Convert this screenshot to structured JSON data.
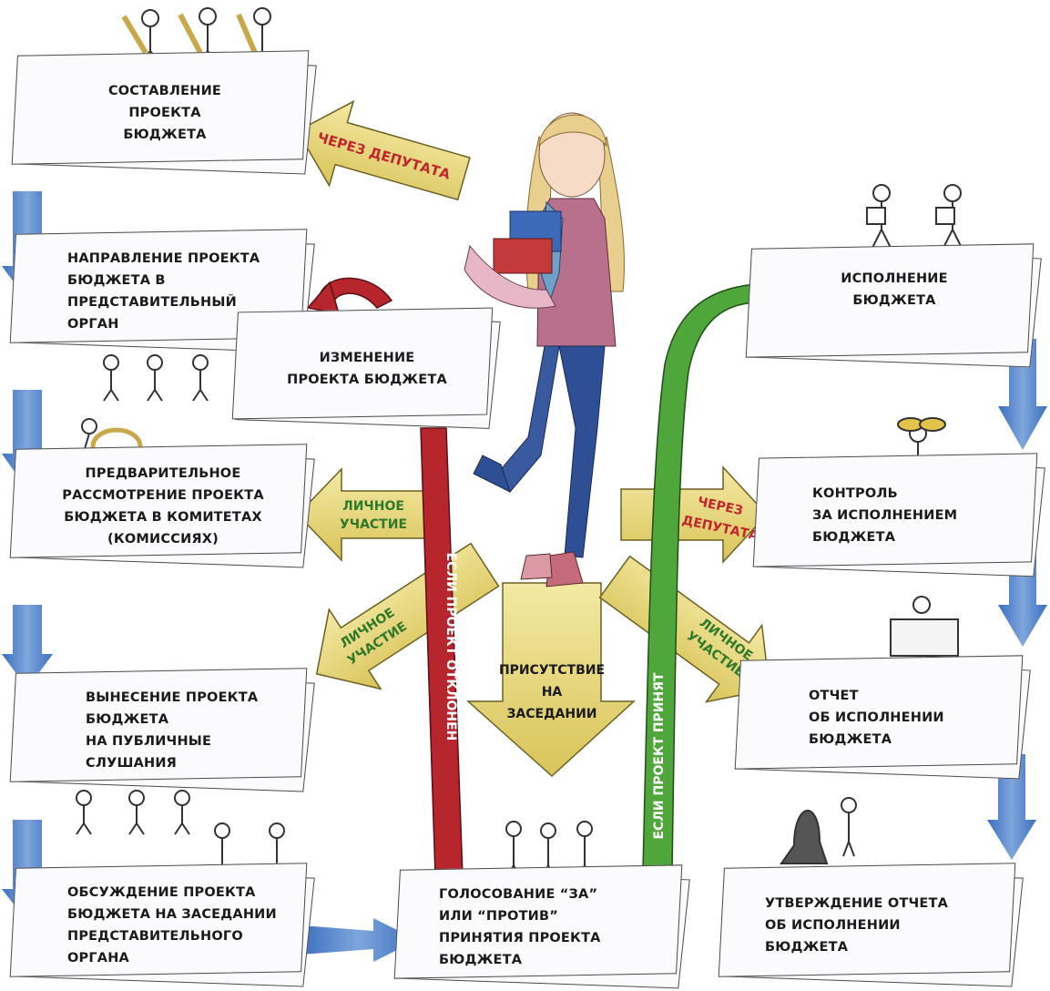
{
  "left_steps": [
    [
      "СОСТАВЛЕНИЕ",
      "ПРОЕКТА",
      "БЮДЖЕТА"
    ],
    [
      "НАПРАВЛЕНИЕ ПРОЕКТА",
      "БЮДЖЕТА В",
      "ПРЕДСТАВИТЕЛЬНЫЙ",
      "ОРГАН"
    ],
    [
      "ПРЕДВАРИТЕЛЬНОЕ",
      "РАССМОТРЕНИЕ ПРОЕКТА",
      "БЮДЖЕТА В КОМИТЕТАХ",
      "(КОМИССИЯХ)"
    ],
    [
      "ВЫНЕСЕНИЕ ПРОЕКТА",
      "БЮДЖЕТА",
      "НА ПУБЛИЧНЫЕ",
      "СЛУШАНИЯ"
    ],
    [
      "ОБСУЖДЕНИЕ ПРОЕКТА",
      "БЮДЖЕТА НА ЗАСЕДАНИИ",
      "ПРЕДСТАВИТЕЛЬНОГО",
      "ОРГАНА"
    ]
  ],
  "change_step": [
    "ИЗМЕНЕНИЕ",
    "ПРОЕКТА БЮДЖЕТА"
  ],
  "vote_step": [
    "ГОЛОСОВАНИЕ “ЗА”",
    "ИЛИ “ПРОТИВ”",
    "ПРИНЯТИЯ ПРОЕКТА",
    "БЮДЖЕТА"
  ],
  "right_steps": [
    [
      "ИСПОЛНЕНИЕ",
      "БЮДЖЕТА"
    ],
    [
      "КОНТРОЛЬ",
      "ЗА ИСПОЛНЕНИЕМ",
      "БЮДЖЕТА"
    ],
    [
      "ОТЧЕТ",
      "ОБ ИСПОЛНЕНИИ",
      "БЮДЖЕТА"
    ],
    [
      "УТВЕРЖДЕНИЕ ОТЧЕТА",
      "ОБ ИСПОЛНЕНИИ",
      "БЮДЖЕТА"
    ]
  ],
  "arrows": {
    "via_deputy": "ЧЕРЕЗ ДЕПУТАТА",
    "via_deputy_right": [
      "ЧЕРЕЗ",
      "ДЕПУТАТА"
    ],
    "personal_left_1": [
      "ЛИЧНОЕ",
      "УЧАСТИЕ"
    ],
    "personal_left_2": [
      "ЛИЧНОЕ",
      "УЧАСТИЕ"
    ],
    "personal_right": [
      "ЛИЧНОЕ",
      "УЧАСТИЕ"
    ],
    "presence": [
      "ПРИСУТСТВИЕ",
      "НА",
      "ЗАСЕДАНИИ"
    ],
    "rejected": "ЕСЛИ ПРОЕКТ ОТКЛОНЕН",
    "accepted": "ЕСЛИ ПРОЕКТ ПРИНЯТ"
  },
  "colors": {
    "yellow_arrow": "#e6d678",
    "blue_arrow": "#4f7fc4",
    "red_ribbon": "#b8262d",
    "green_ribbon": "#4fa63a"
  }
}
